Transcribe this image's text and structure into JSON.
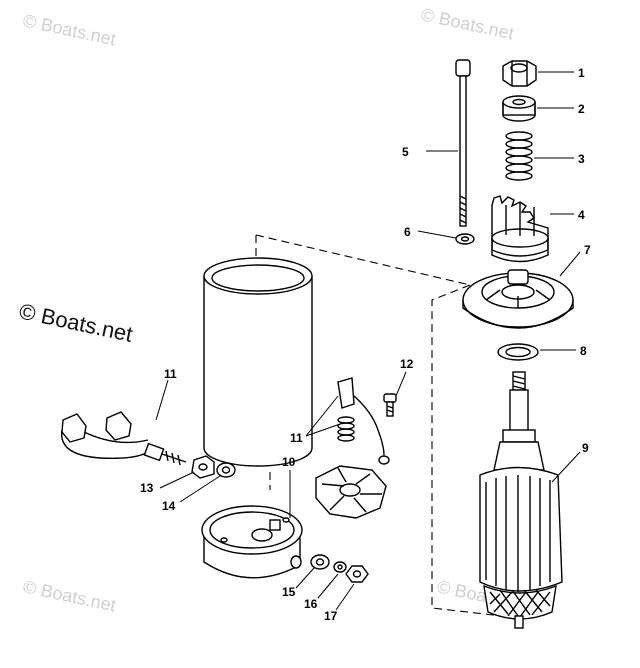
{
  "watermarks": {
    "top_left": "© Boats.net",
    "top_right": "© Boats.net",
    "center_left": "© Boats.net",
    "bottom_left": "© Boats.net",
    "bottom_right": "© Boats.net"
  },
  "callouts": {
    "c1": "1",
    "c2": "2",
    "c3": "3",
    "c4": "4",
    "c5": "5",
    "c6": "6",
    "c7": "7",
    "c8": "8",
    "c9": "9",
    "c10": "10",
    "c11a": "11",
    "c11b": "11",
    "c12": "12",
    "c13": "13",
    "c14": "14",
    "c15": "15",
    "c16": "16",
    "c17": "17"
  }
}
